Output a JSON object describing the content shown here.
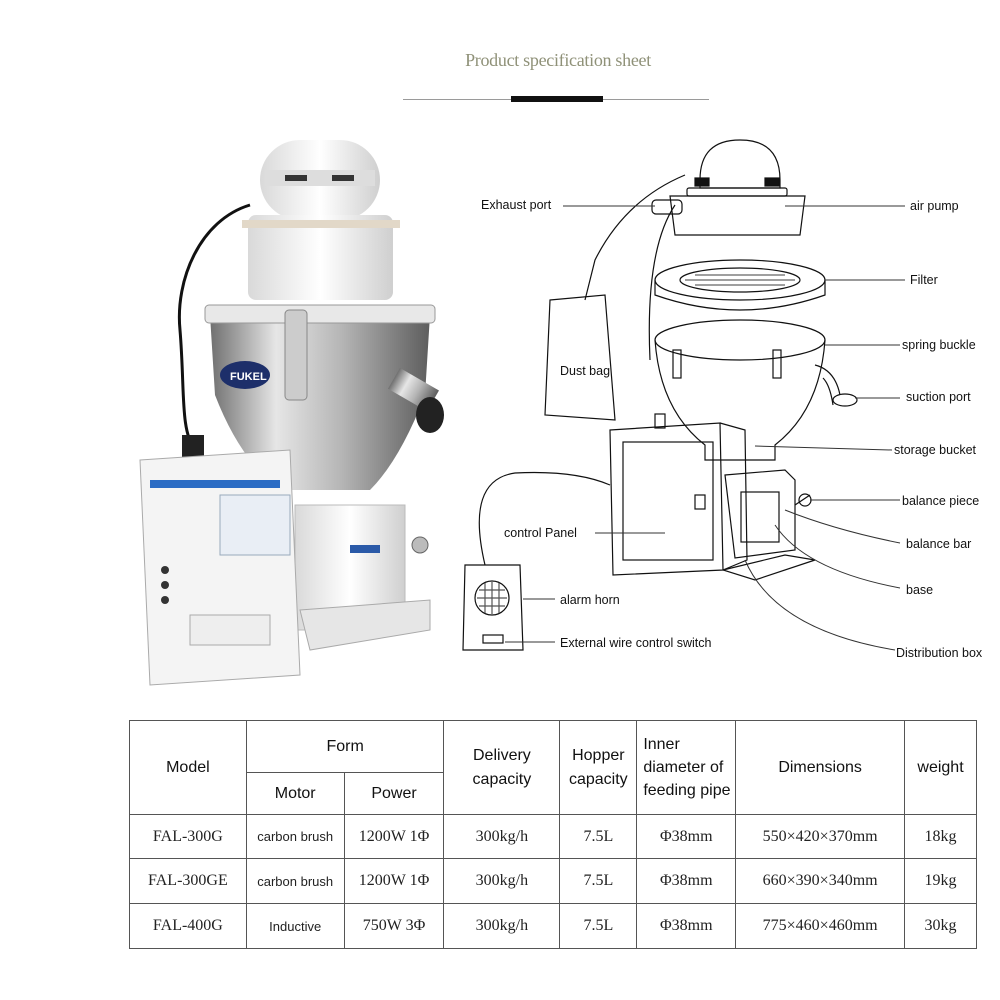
{
  "header": {
    "title": "Product specification sheet"
  },
  "photo": {
    "brand_logo": "FUKEL"
  },
  "diagram": {
    "labels": {
      "exhaust_port": "Exhaust port",
      "air_pump": "air pump",
      "filter": "Filter",
      "spring_buckle": "spring buckle",
      "dust_bag": "Dust bag",
      "suction_port": "suction port",
      "storage_bucket": "storage bucket",
      "balance_piece": "balance piece",
      "control_panel": "control Panel",
      "balance_bar": "balance bar",
      "base": "base",
      "alarm_horn": "alarm horn",
      "external_switch": "External wire control switch",
      "distribution_box": "Distribution box"
    }
  },
  "table": {
    "headers": {
      "model": "Model",
      "form": "Form",
      "motor": "Motor",
      "power": "Power",
      "delivery": "Delivery capacity",
      "hopper": "Hopper capacity",
      "inner_diameter": "Inner diameter of feeding pipe",
      "dimensions": "Dimensions",
      "weight": "weight"
    },
    "rows": [
      {
        "model": "FAL-300G",
        "motor": "carbon brush",
        "power": "1200W 1Φ",
        "delivery": "300kg/h",
        "hopper": "7.5L",
        "pipe": "Φ38mm",
        "dimensions": "550×420×370mm",
        "weight": "18kg"
      },
      {
        "model": "FAL-300GE",
        "motor": "carbon brush",
        "power": "1200W 1Φ",
        "delivery": "300kg/h",
        "hopper": "7.5L",
        "pipe": "Φ38mm",
        "dimensions": "660×390×340mm",
        "weight": "19kg"
      },
      {
        "model": "FAL-400G",
        "motor": "Inductive",
        "power": "750W 3Φ",
        "delivery": "300kg/h",
        "hopper": "7.5L",
        "pipe": "Φ38mm",
        "dimensions": "775×460×460mm",
        "weight": "30kg"
      }
    ]
  }
}
